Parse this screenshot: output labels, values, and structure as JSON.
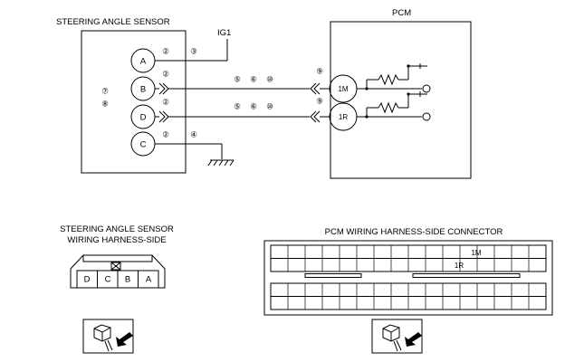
{
  "sensor": {
    "title": "STEERING ANGLE SENSOR",
    "terminals": [
      "A",
      "B",
      "D",
      "C"
    ],
    "notes": [
      "⑦",
      "⑧"
    ]
  },
  "pcm": {
    "title": "PCM",
    "terminals": [
      "1M",
      "1R"
    ]
  },
  "power": {
    "label": "IG1"
  },
  "wires": {
    "a_left": "②",
    "a_right": "③",
    "b_left": "②",
    "b_mid": [
      "⑤",
      "⑥",
      "⑩"
    ],
    "b_right": "⑨",
    "d_left": "②",
    "d_mid": [
      "⑤",
      "⑥",
      "⑩"
    ],
    "d_right": "⑨",
    "c_left": "②",
    "c_right": "④"
  },
  "harness_sensor": {
    "title_line1": "STEERING ANGLE SENSOR",
    "title_line2": "WIRING HARNESS-SIDE",
    "pins": [
      "D",
      "C",
      "B",
      "A"
    ]
  },
  "harness_pcm": {
    "title": "PCM WIRING HARNESS-SIDE CONNECTOR",
    "pins": [
      "1M",
      "1R"
    ]
  }
}
